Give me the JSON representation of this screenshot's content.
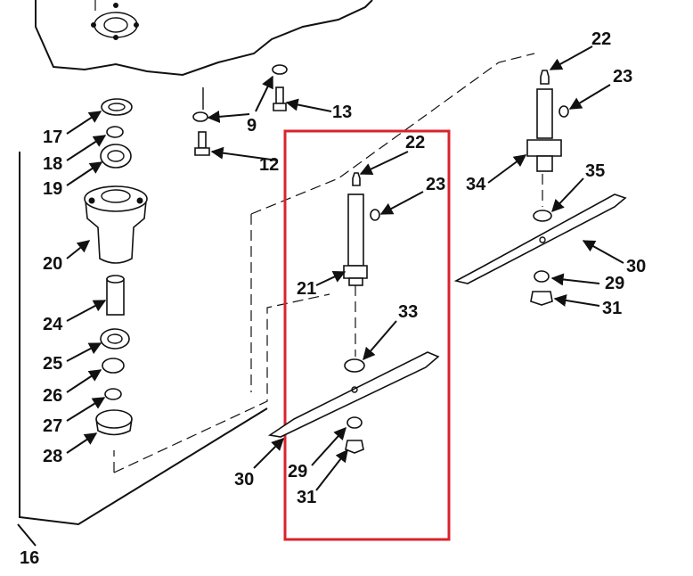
{
  "diagram": {
    "highlight_color": "#d9232d",
    "labels": {
      "l9": "9",
      "l12": "12",
      "l13": "13",
      "l16": "16",
      "l17": "17",
      "l18": "18",
      "l19": "19",
      "l20": "20",
      "l21": "21",
      "l22a": "22",
      "l22b": "22",
      "l23a": "23",
      "l23b": "23",
      "l24": "24",
      "l25": "25",
      "l26": "26",
      "l27": "27",
      "l28": "28",
      "l29a": "29",
      "l29b": "29",
      "l30a": "30",
      "l30b": "30",
      "l31a": "31",
      "l31b": "31",
      "l33": "33",
      "l34": "34",
      "l35": "35"
    }
  }
}
